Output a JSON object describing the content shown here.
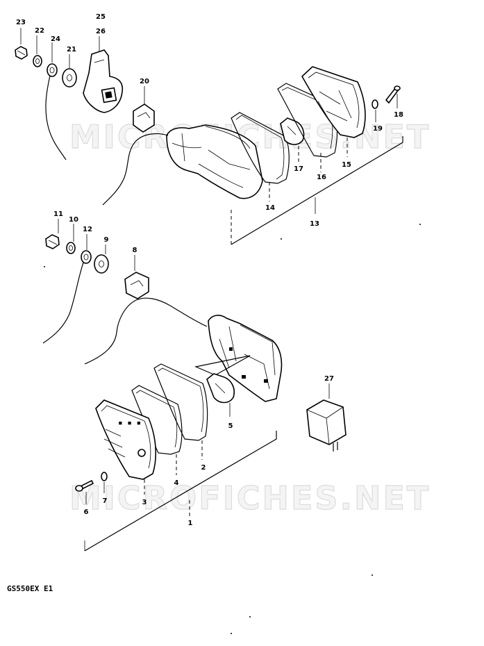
{
  "watermark": "MICROFICHES.NET",
  "model_code": "GS550EX E1",
  "callouts": {
    "c1": "1",
    "c2": "2",
    "c3": "3",
    "c4": "4",
    "c5": "5",
    "c6": "6",
    "c7": "7",
    "c8": "8",
    "c9": "9",
    "c10": "10",
    "c11": "11",
    "c12": "12",
    "c13": "13",
    "c14": "14",
    "c15": "15",
    "c16": "16",
    "c17": "17",
    "c18": "18",
    "c19": "19",
    "c20": "20",
    "c21": "21",
    "c22": "22",
    "c23": "23",
    "c24": "24",
    "c25": "25",
    "c26": "26",
    "c27": "27"
  }
}
